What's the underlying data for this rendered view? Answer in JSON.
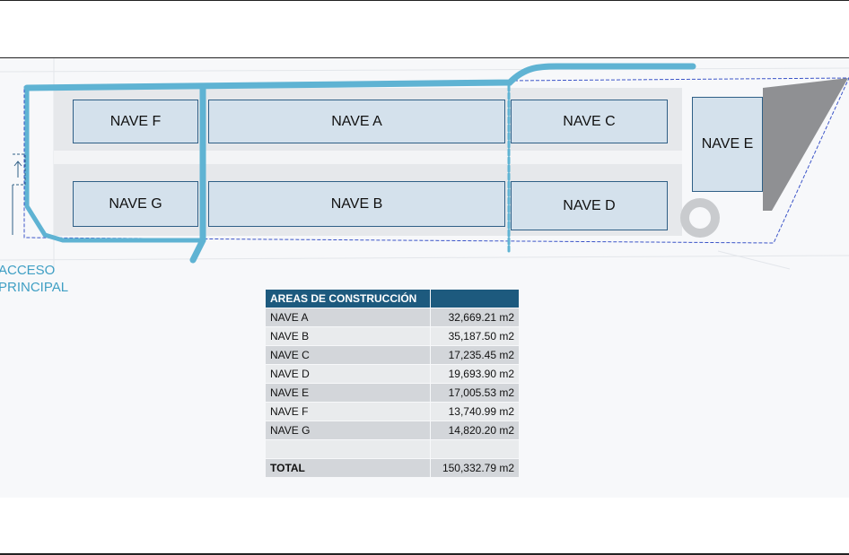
{
  "naves": {
    "f": "NAVE F",
    "a": "NAVE A",
    "c": "NAVE C",
    "e": "NAVE E",
    "g": "NAVE G",
    "b": "NAVE B",
    "d": "NAVE D"
  },
  "access": {
    "line1": "ACCESO",
    "line2": "PRINCIPAL"
  },
  "table": {
    "header": "AREAS DE CONSTRUCCIÓN",
    "rows": [
      {
        "name": "NAVE A",
        "value": "32,669.21 m2"
      },
      {
        "name": "NAVE B",
        "value": "35,187.50 m2"
      },
      {
        "name": "NAVE C",
        "value": "17,235.45 m2"
      },
      {
        "name": "NAVE D",
        "value": "19,693.90 m2"
      },
      {
        "name": "NAVE E",
        "value": "17,005.53 m2"
      },
      {
        "name": "NAVE F",
        "value": "13,740.99 m2"
      },
      {
        "name": "NAVE G",
        "value": "14,820.20 m2"
      }
    ],
    "total_label": "TOTAL",
    "total_value": "150,332.79 m2"
  },
  "colors": {
    "route": "#5fb3d3",
    "boundary": "#3b54c8",
    "header": "#1d5a7e",
    "nave_fill": "#d4e1ec"
  }
}
